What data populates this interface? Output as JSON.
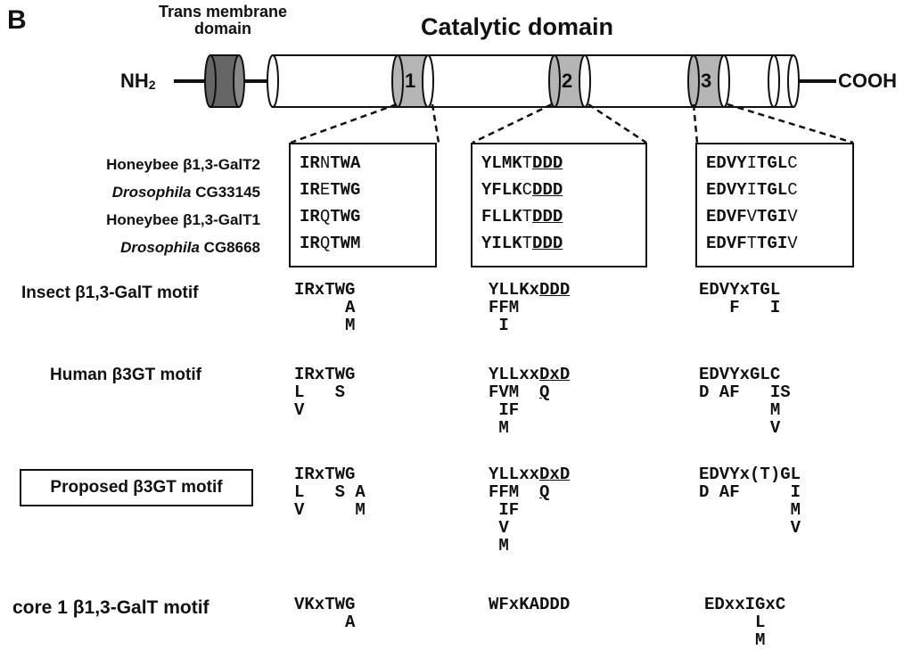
{
  "panel_letter": "B",
  "headers": {
    "transmembrane": [
      "Trans membrane",
      "domain"
    ],
    "catalytic": "Catalytic domain"
  },
  "termini": {
    "n_main": "NH",
    "n_sub": "2",
    "c": "COOH"
  },
  "domain_numbers": [
    "1",
    "2",
    "3"
  ],
  "sequences": [
    {
      "label_pre": "Honeybee β1,3-GalT2",
      "italic": "",
      "label_post": ""
    },
    {
      "label_pre": "",
      "italic": "Drosophila",
      "label_post": " CG33145"
    },
    {
      "label_pre": "Honeybee β1,3-GalT1",
      "italic": "",
      "label_post": ""
    },
    {
      "label_pre": "",
      "italic": "Drosophila",
      "label_post": " CG8668"
    }
  ],
  "box1": [
    "IRNTWA",
    "IRETWG",
    "IRQTWG",
    "IRQTWM"
  ],
  "box2": [
    "YLMKTDDD",
    "YFLKCDDD",
    "FLLKTDDD",
    "YILKTDDD"
  ],
  "box3": [
    "EDVYITGLC",
    "EDVYITGLC",
    "EDVFVTGIV",
    "EDVFTTGIV"
  ],
  "motifs": {
    "insect": {
      "label": "Insect β1,3-GalT motif",
      "m1": [
        "IRxTWG",
        "     A",
        "     M"
      ],
      "m2": [
        "YLLKxDDD",
        "FFM",
        " I"
      ],
      "m3": [
        "EDVYxTGL",
        "   F   I"
      ]
    },
    "human": {
      "label": "Human β3GT motif",
      "m1": [
        "IRxTWG",
        "L   S",
        "V"
      ],
      "m2": [
        "YLLxxDxD",
        "FVM  Q",
        " IF",
        " M"
      ],
      "m3": [
        "EDVYxGLC",
        "D AF   IS",
        "       M",
        "       V"
      ]
    },
    "proposed": {
      "label": "Proposed β3GT motif",
      "m1": [
        "IRxTWG",
        "L   S A",
        "V     M"
      ],
      "m2": [
        "YLLxxDxD",
        "FFM  Q",
        " IF",
        " V",
        " M"
      ],
      "m3": [
        "EDVYx(T)GL",
        "D AF     I",
        "         M",
        "         V"
      ]
    },
    "core1": {
      "label": "core 1 β1,3-GalT motif",
      "m1": [
        "VKxTWG",
        "     A"
      ],
      "m2": [
        "WFxKADDD"
      ],
      "m3": [
        "EDxxIGxC",
        "     L",
        "     M"
      ]
    }
  },
  "colors": {
    "tm_domain": "#666666",
    "conserved_region": "#b5b5b5",
    "outline": "#111111"
  }
}
